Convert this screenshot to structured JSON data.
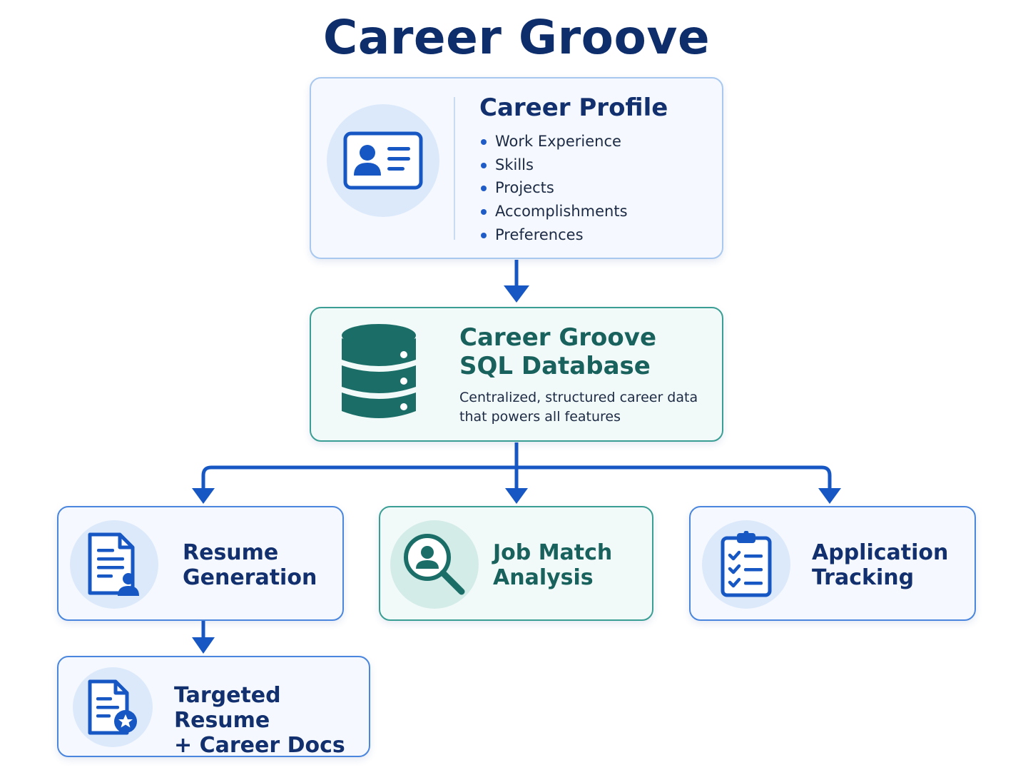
{
  "title": "Career Groove",
  "colors": {
    "primary": "#13306e",
    "accent": "#1657c4",
    "teal": "#19615c",
    "card_border": "#a8c8f0"
  },
  "profile": {
    "title": "Career Profile",
    "icon": "id-card-icon",
    "items": [
      "Work Experience",
      "Skills",
      "Projects",
      "Accomplishments",
      "Preferences"
    ]
  },
  "database": {
    "title_line1": "Career Groove",
    "title_line2": "SQL Database",
    "description_line1": "Centralized, structured career data",
    "description_line2": "that powers all features",
    "icon": "database-icon"
  },
  "features": {
    "resume": {
      "line1": "Resume",
      "line2": "Generation",
      "icon": "resume-document-icon"
    },
    "job_match": {
      "line1": "Job Match",
      "line2": "Analysis",
      "icon": "magnifier-person-icon"
    },
    "tracking": {
      "line1": "Application",
      "line2": "Tracking",
      "icon": "clipboard-checklist-icon"
    },
    "targeted": {
      "line1": "Targeted Resume",
      "line2": "+ Career Docs",
      "icon": "document-star-icon"
    }
  }
}
